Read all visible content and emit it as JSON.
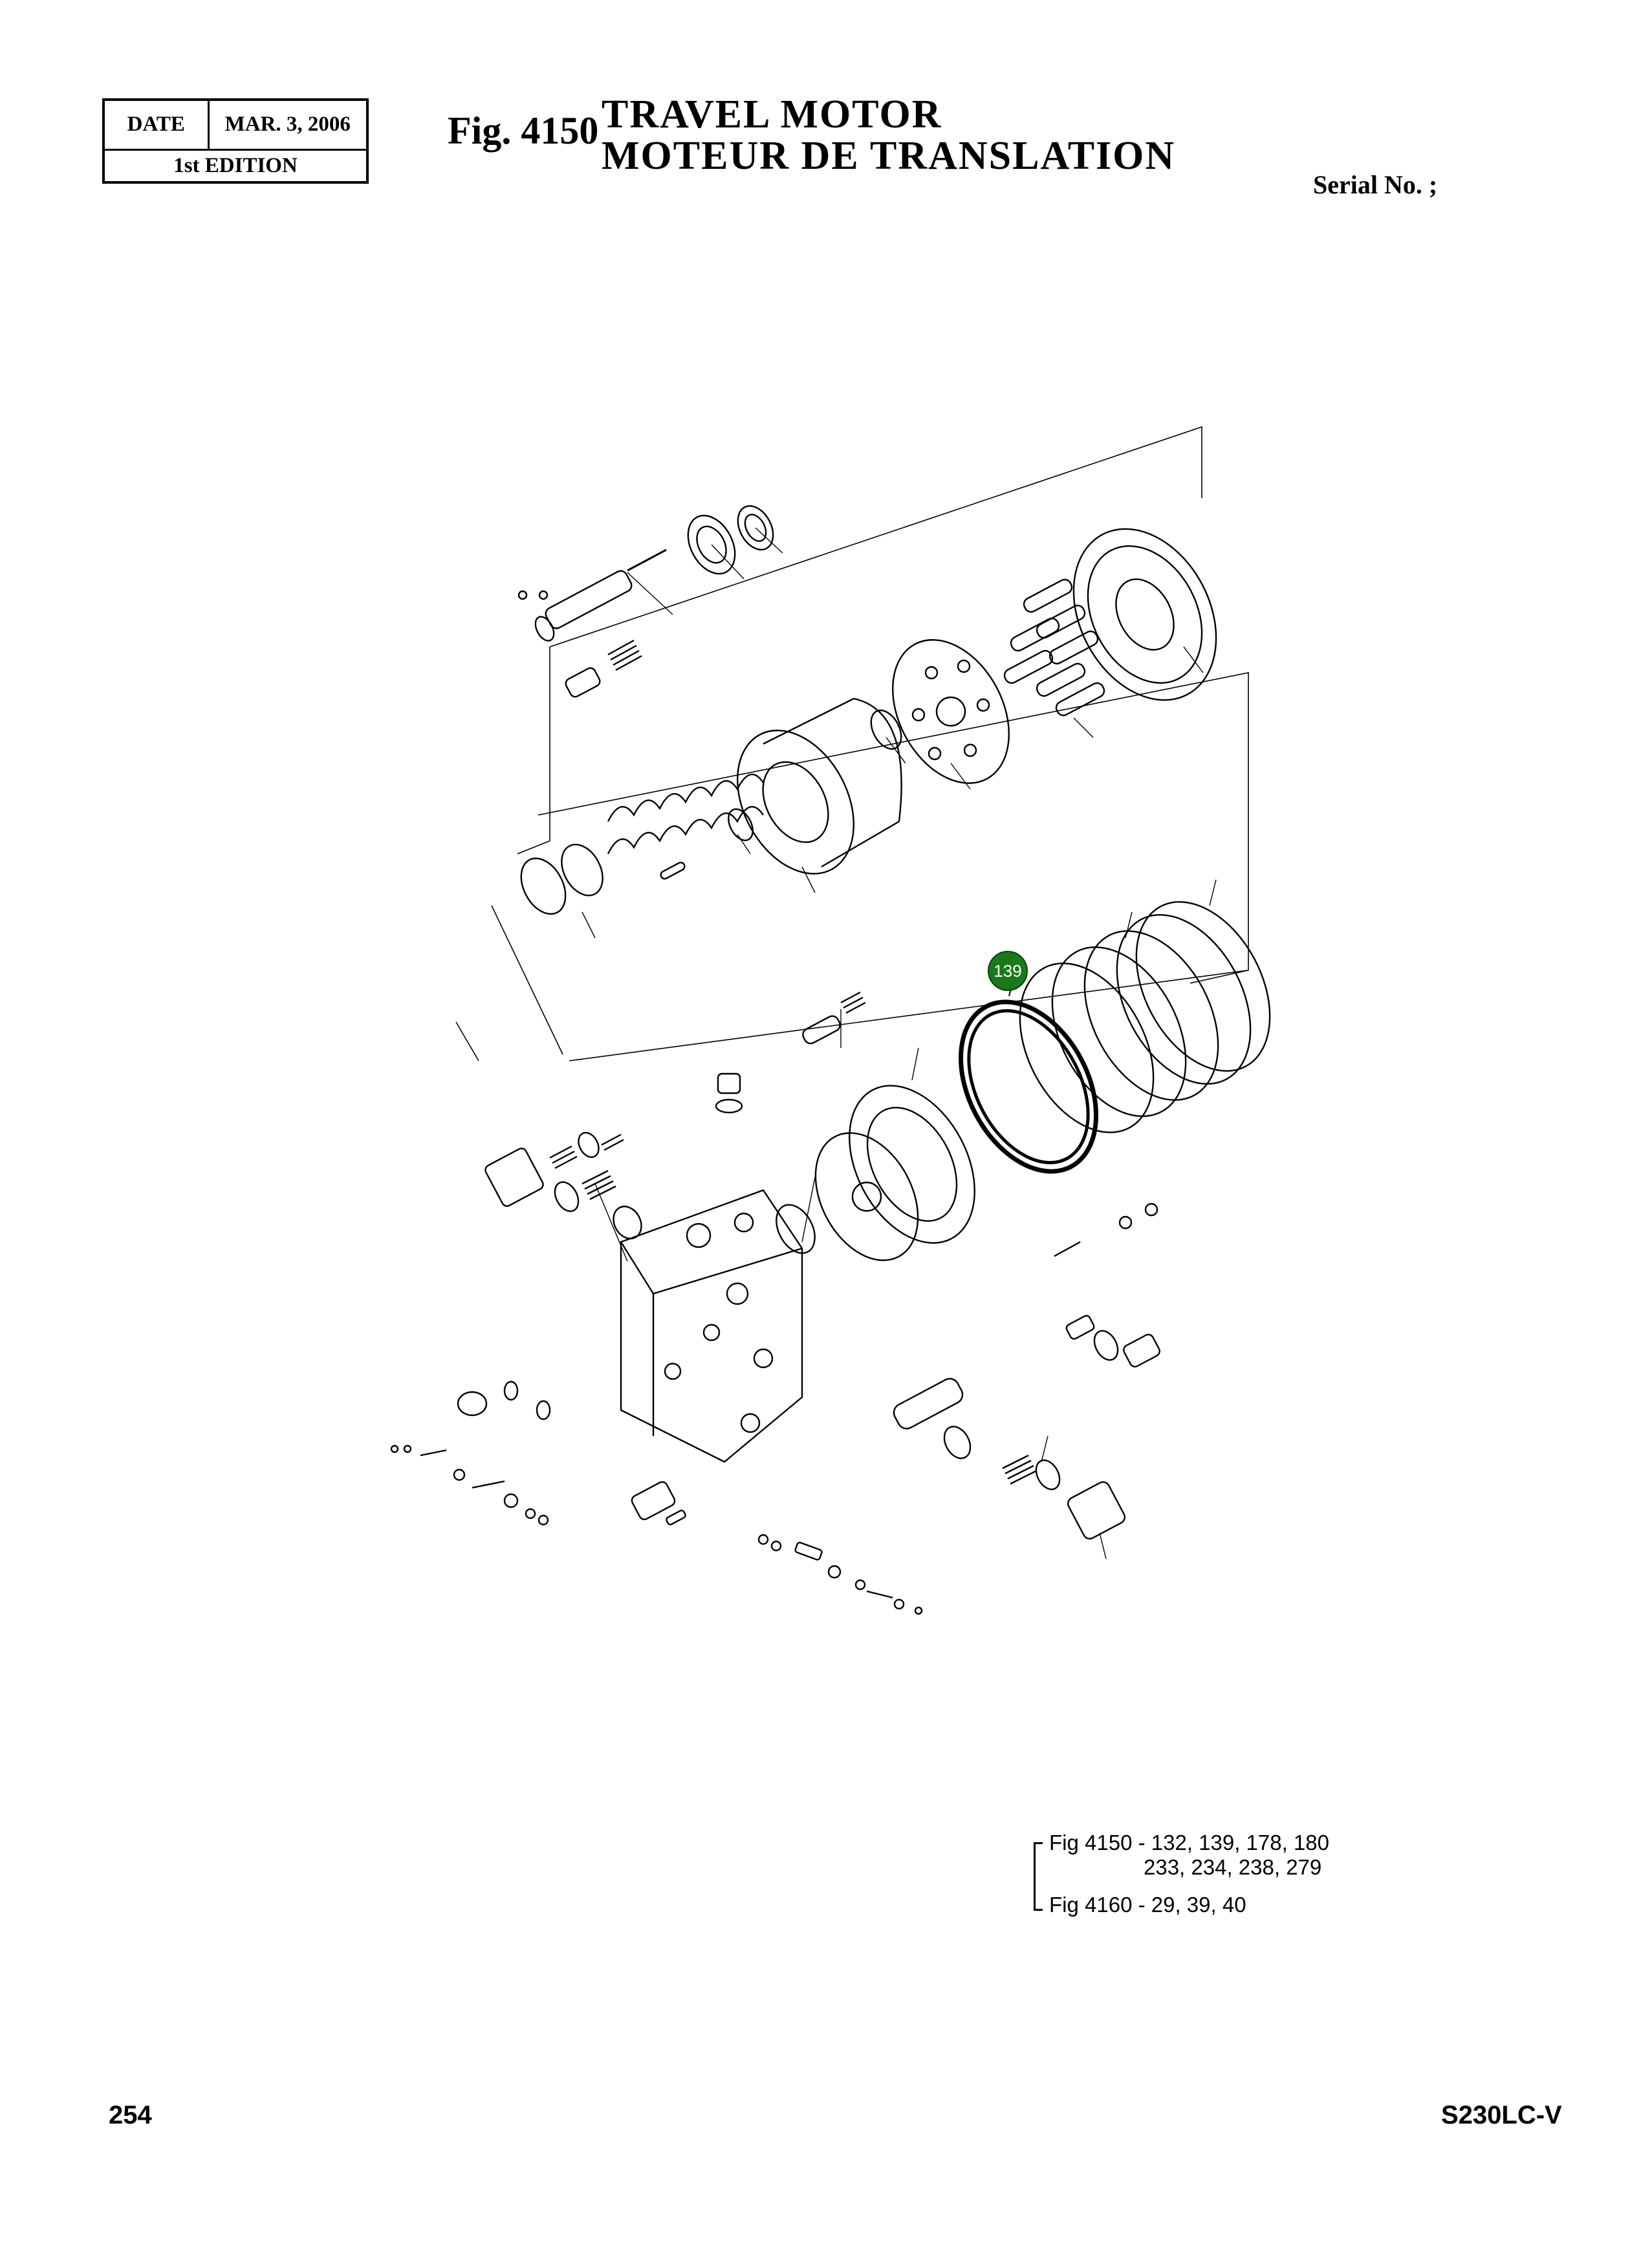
{
  "header": {
    "date_label": "DATE",
    "date_value": "MAR. 3, 2006",
    "edition": "1st EDITION",
    "fig_number": "Fig. 4150",
    "title_en": "TRAVEL  MOTOR",
    "title_fr": "MOTEUR  DE  TRANSLATION",
    "serial": "Serial No. ;"
  },
  "callout": {
    "label": "139",
    "color": "#1a7a1a"
  },
  "notes": {
    "line1": "Fig 4150 - 132, 139, 178, 180",
    "line2": "233, 234, 238, 279",
    "line3": "Fig 4160 - 29, 39, 40"
  },
  "footer": {
    "page_number": "254",
    "model": "S230LC-V"
  },
  "colors": {
    "ink": "#000000",
    "highlight": "#1a7a1a"
  }
}
